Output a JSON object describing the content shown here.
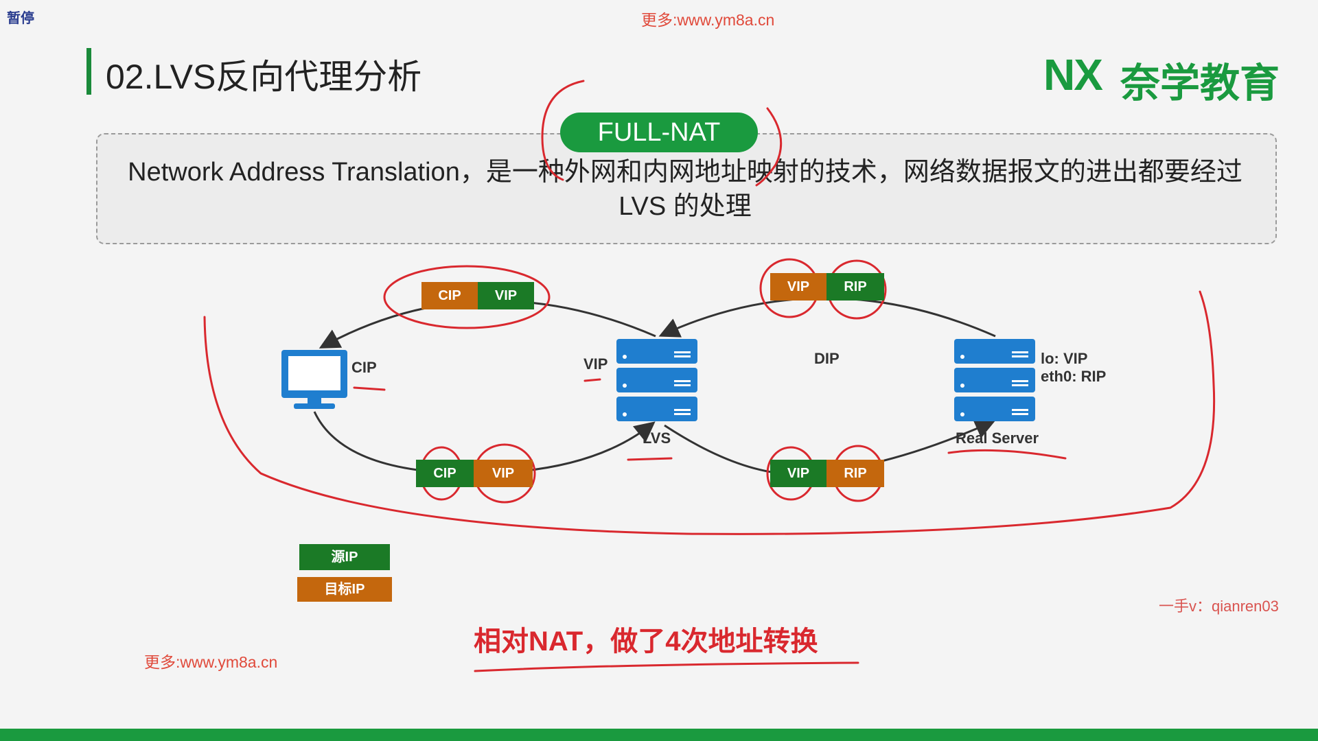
{
  "overlay": {
    "pause_label": "暂停",
    "watermark_top": "更多:www.ym8a.cn",
    "watermark_bottom": "更多:www.ym8a.cn",
    "contact": "一手v：qianren03"
  },
  "slide": {
    "title": "02.LVS反向代理分析",
    "logo_mark": "NX",
    "logo_text": "奈学教育",
    "badge": "FULL-NAT",
    "definition": "Network Address Translation，是一种外网和内网地址映射的技术，网络数据报文的进出都要经过 LVS 的处理",
    "conclusion": "相对NAT，做了4次地址转换"
  },
  "diagram": {
    "client_label": "CIP",
    "lvs_vip_label": "VIP",
    "lvs_label": "LVS",
    "dip_label": "DIP",
    "rs_lo_label": "lo:  VIP",
    "rs_eth0_label": "eth0:  RIP",
    "rs_label": "Real Server",
    "packets": {
      "top_left": [
        "CIP",
        "VIP"
      ],
      "top_right": [
        "VIP",
        "RIP"
      ],
      "bottom_left": [
        "CIP",
        "VIP"
      ],
      "bottom_right": [
        "VIP",
        "RIP"
      ]
    }
  },
  "legend": {
    "source_ip": "源IP",
    "target_ip": "目标IP"
  },
  "colors": {
    "green": "#1b7a26",
    "orange": "#c4670d",
    "brand": "#1a9a3f",
    "annotation_red": "#d9282e",
    "server_blue": "#1f7ecf"
  }
}
